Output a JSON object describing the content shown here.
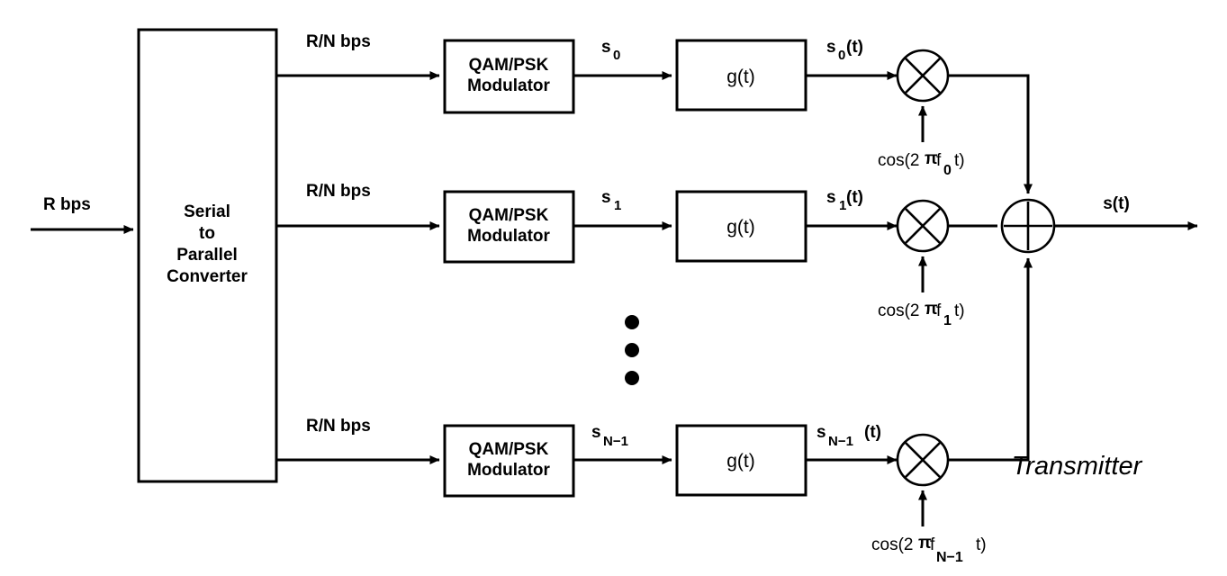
{
  "diagram": {
    "title_label": "Transmitter",
    "input": {
      "label": "R bps"
    },
    "serial_to_parallel": {
      "line1": "Serial",
      "line2": "to",
      "line3": "Parallel",
      "line4": "Converter"
    },
    "output": {
      "label": "s(t)"
    },
    "branch_rate_label": "R/N bps",
    "modulator_label_line1": "QAM/PSK",
    "modulator_label_line2": "Modulator",
    "pulse_shape_label": "g(t)",
    "mixer_icon": "multiply-icon",
    "summer_icon": "plus-icon",
    "ellipsis_icon": "vertical-ellipsis-icon",
    "branches": [
      {
        "id": "branch-0",
        "rate_label": "R/N bps",
        "modulator_line1": "QAM/PSK",
        "modulator_line2": "Modulator",
        "symbol_label": "s",
        "symbol_subscript": "0",
        "pulse_label": "g(t)",
        "shaped_label": "s",
        "shaped_subscript": "0",
        "shaped_suffix": "(t)",
        "carrier_prefix": "cos(2",
        "carrier_pi": "π",
        "carrier_f": "f",
        "carrier_subscript": "0",
        "carrier_suffix": "t)"
      },
      {
        "id": "branch-1",
        "rate_label": "R/N bps",
        "modulator_line1": "QAM/PSK",
        "modulator_line2": "Modulator",
        "symbol_label": "s",
        "symbol_subscript": "1",
        "pulse_label": "g(t)",
        "shaped_label": "s",
        "shaped_subscript": "1",
        "shaped_suffix": "(t)",
        "carrier_prefix": "cos(2",
        "carrier_pi": "π",
        "carrier_f": "f",
        "carrier_subscript": "1",
        "carrier_suffix": "t)"
      },
      {
        "id": "branch-n-1",
        "rate_label": "R/N bps",
        "modulator_line1": "QAM/PSK",
        "modulator_line2": "Modulator",
        "symbol_label": "s",
        "symbol_subscript": "N−1",
        "pulse_label": "g(t)",
        "shaped_label": "s",
        "shaped_subscript": "N−1",
        "shaped_suffix": "(t)",
        "carrier_prefix": "cos(2",
        "carrier_pi": "π",
        "carrier_f": "f",
        "carrier_subscript": "N−1",
        "carrier_suffix": "t)"
      }
    ],
    "colors": {
      "ink": "#000000",
      "paper": "#ffffff"
    }
  }
}
